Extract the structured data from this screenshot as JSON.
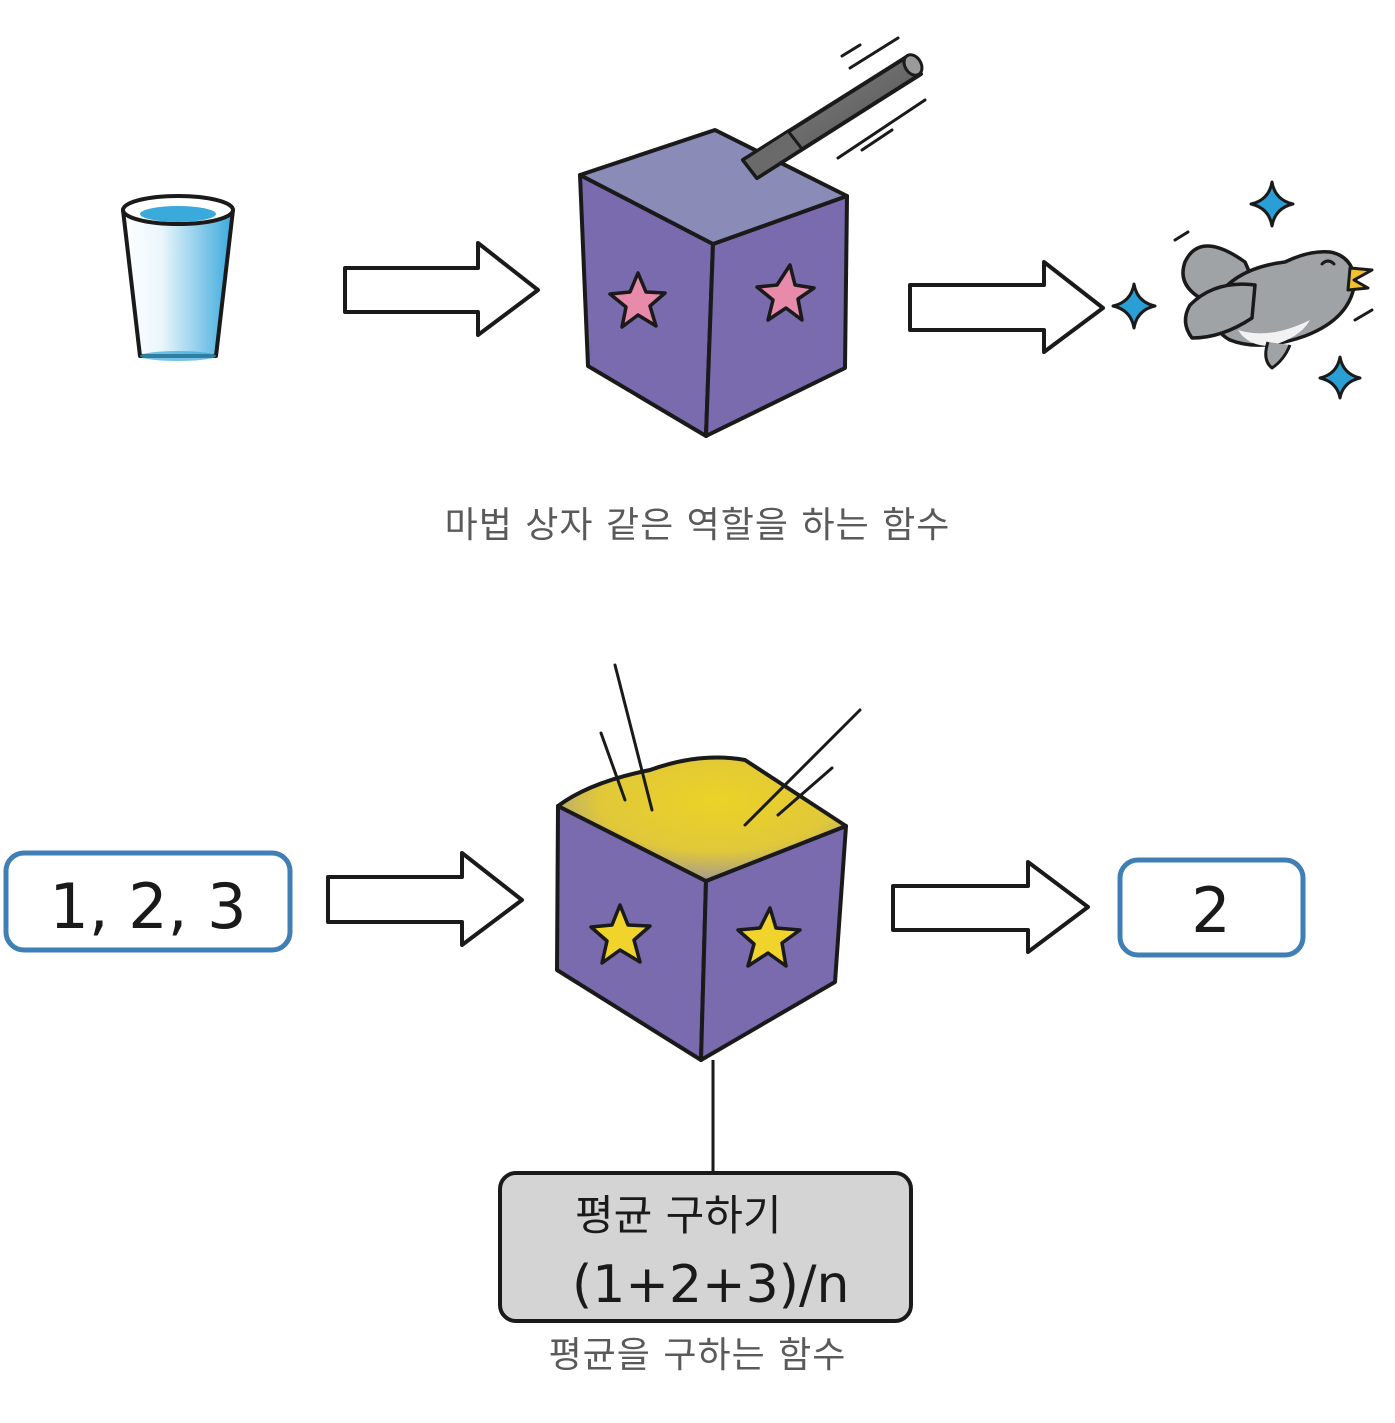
{
  "top": {
    "caption": "마법 상자 같은 역할을 하는 함수"
  },
  "bottom": {
    "input_value": "1, 2, 3",
    "output_value": "2",
    "function_label_line1": "평균 구하기",
    "function_label_line2": "(1+2+3)/n",
    "caption": "평균을 구하는 함수"
  },
  "colors": {
    "box_purple": "#7a6aae",
    "box_top_lavender": "#8b8bb8",
    "star_pink": "#e88aaa",
    "star_yellow": "#f0d42c",
    "box_top_yellow": "#e6cc2a",
    "value_box_border": "#3f7fb5",
    "label_box_fill": "#d4d4d4",
    "water_blue": "#3aa9dc",
    "sparkle_blue": "#2a9fd6",
    "bird_gray": "#a0a3a6",
    "beak_yellow": "#f2c12e"
  },
  "icons": [
    "water-glass-icon",
    "magic-wand-icon",
    "bird-icon",
    "sparkle-icon",
    "star-icon",
    "arrow-icon"
  ]
}
